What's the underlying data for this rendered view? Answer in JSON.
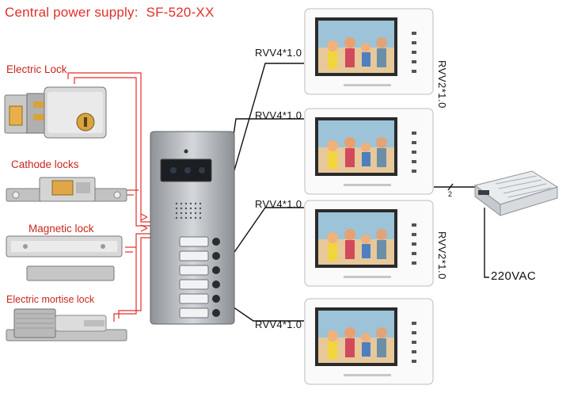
{
  "header": {
    "title": "Central power supply:",
    "model": "SF-520-XX"
  },
  "locks": [
    {
      "label": "Electric Lock"
    },
    {
      "label": "Cathode locks"
    },
    {
      "label": "Magnetic lock"
    },
    {
      "label": "Electric mortise lock"
    }
  ],
  "cables": {
    "monitor_1": "RVV4*1.0",
    "monitor_2": "RVV4*1.0",
    "monitor_3": "RVV4*1.0",
    "monitor_4": "RVV4*1.0",
    "power_top": "RVV2*1.0",
    "power_bottom": "RVV2*1.0",
    "power_mark": "2"
  },
  "power": {
    "input": "220VAC"
  },
  "colors": {
    "title": "#e0302a",
    "lock_wires": "#e0302a",
    "signal_wires": "#111111"
  }
}
